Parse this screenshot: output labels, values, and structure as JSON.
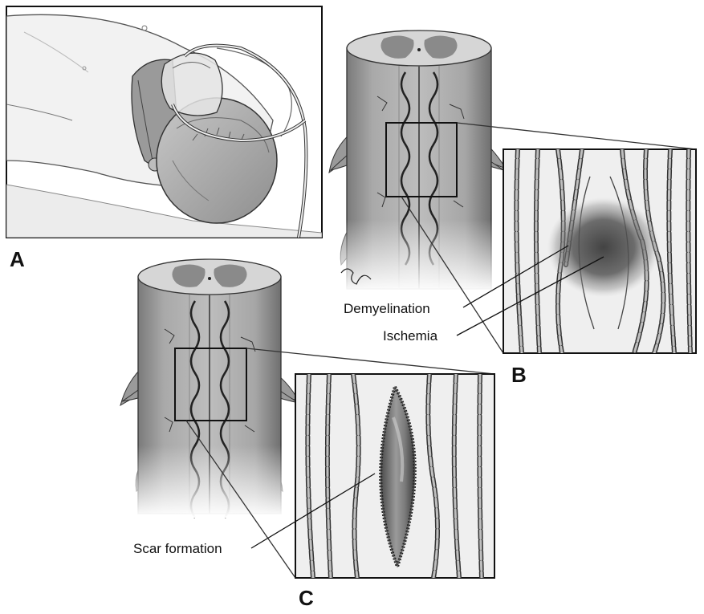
{
  "panels": {
    "a": {
      "letter": "A"
    },
    "b": {
      "letter": "B"
    },
    "c": {
      "letter": "C"
    }
  },
  "callouts": {
    "demyelination": "Demyelination",
    "ischemia": "Ischemia",
    "scar_formation": "Scar formation"
  }
}
